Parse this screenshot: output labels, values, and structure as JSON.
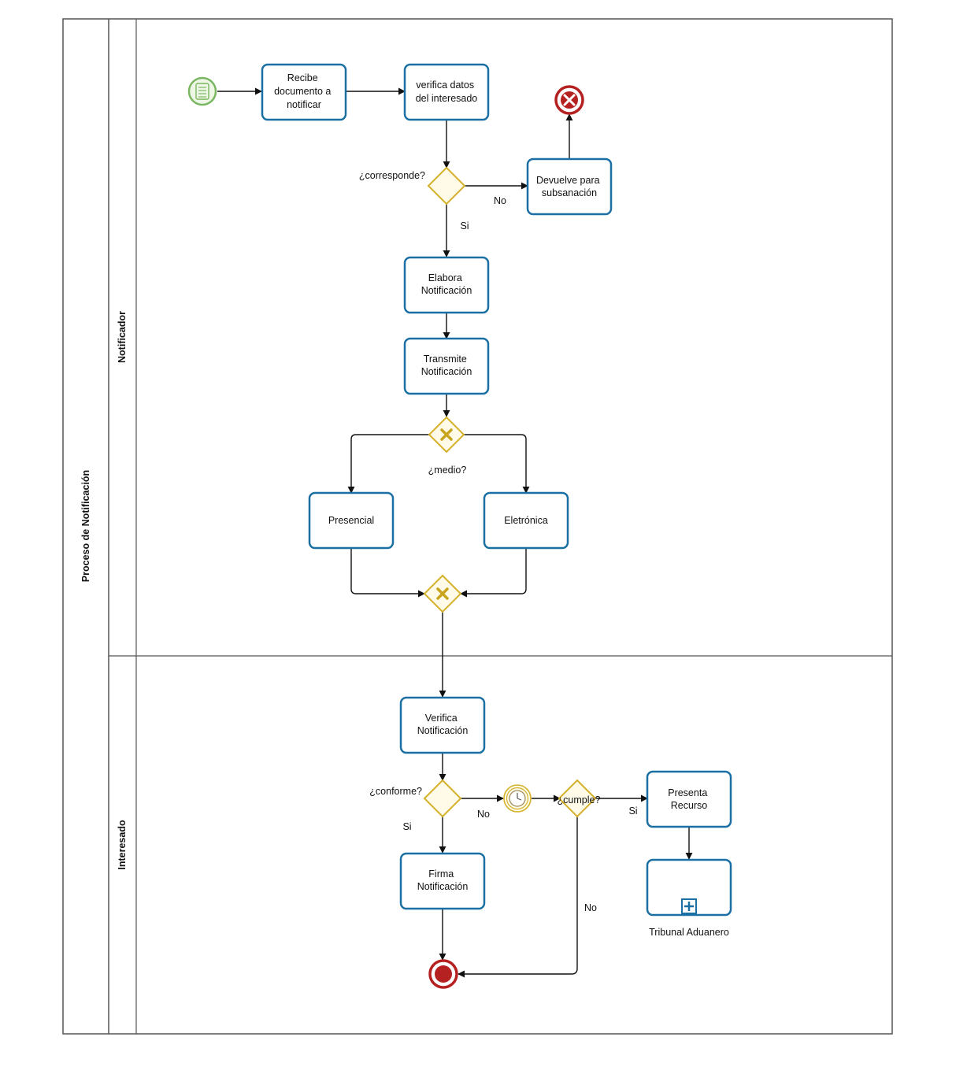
{
  "pool": {
    "title": "Proceso de Notificación"
  },
  "lanes": {
    "notificador": "Notificador",
    "interesado": "Interesado"
  },
  "tasks": {
    "recibe": [
      "Recibe",
      "documento a",
      "notificar"
    ],
    "verifica_datos": [
      "verifica datos",
      "del interesado"
    ],
    "devuelve": [
      "Devuelve para",
      "subsanación"
    ],
    "elabora": [
      "Elabora",
      "Notificación"
    ],
    "transmite": [
      "Transmite",
      "Notificación"
    ],
    "presencial": [
      "Presencial"
    ],
    "electronica": [
      "Eletrónica"
    ],
    "verifica_notif": [
      "Verifica",
      "Notificación"
    ],
    "firma": [
      "Firma",
      "Notificación"
    ],
    "presenta": [
      "Presenta",
      "Recurso"
    ]
  },
  "subprocess": {
    "label": "Tribunal Aduanero"
  },
  "gateways": {
    "corresponde": "¿corresponde?",
    "medio": "¿medio?",
    "conforme": "¿conforme?",
    "cumple": "¿cumple?"
  },
  "flow_labels": {
    "corresponde_no": "No",
    "corresponde_si": "Si",
    "conforme_no": "No",
    "conforme_si": "Si",
    "cumple_si": "Si",
    "cumple_no": "No"
  },
  "colors": {
    "task_border": "#1a6fa3",
    "gateway_border": "#d4b12a",
    "gateway_fill": "#fffbe8",
    "gateway_mark": "#c9a41d",
    "start_event": "#7bb661",
    "error_end": "#b52121",
    "end_event": "#b52121",
    "flow": "#111111"
  }
}
